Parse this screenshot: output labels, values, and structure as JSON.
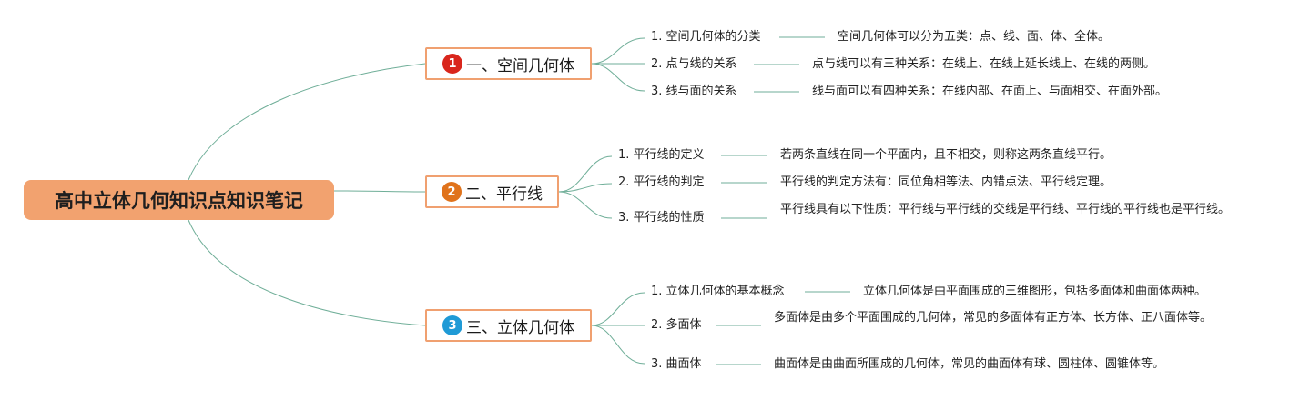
{
  "root": {
    "title": "高中立体几何知识点知识笔记"
  },
  "branches": [
    {
      "badge": "1",
      "title": "一、空间几何体",
      "topics": [
        {
          "label": "1. 空间几何体的分类",
          "desc": "空间几何体可以分为五类：点、线、面、体、全体。"
        },
        {
          "label": "2. 点与线的关系",
          "desc": "点与线可以有三种关系：在线上、在线上延长线上、在线的两侧。"
        },
        {
          "label": "3. 线与面的关系",
          "desc": "线与面可以有四种关系：在线内部、在面上、与面相交、在面外部。"
        }
      ]
    },
    {
      "badge": "2",
      "title": "二、平行线",
      "topics": [
        {
          "label": "1. 平行线的定义",
          "desc": "若两条直线在同一个平面内，且不相交，则称这两条直线平行。"
        },
        {
          "label": "2. 平行线的判定",
          "desc": "平行线的判定方法有：同位角相等法、内错点法、平行线定理。"
        },
        {
          "label": "3. 平行线的性质",
          "desc": "平行线具有以下性质：平行线与平行线的交线是平行线、平行线的平行线也是平行线。"
        }
      ]
    },
    {
      "badge": "3",
      "title": "三、立体几何体",
      "topics": [
        {
          "label": "1. 立体几何体的基本概念",
          "desc": "立体几何体是由平面围成的三维图形，包括多面体和曲面体两种。"
        },
        {
          "label": "2. 多面体",
          "desc": "多面体是由多个平面围成的几何体，常见的多面体有正方体、长方体、正八面体等。"
        },
        {
          "label": "3. 曲面体",
          "desc": "曲面体是由曲面所围成的几何体，常见的曲面体有球、圆柱体、圆锥体等。"
        }
      ]
    }
  ],
  "colors": {
    "root_fill": "#f2a26f",
    "branch_border": "#f0a070",
    "link": "#6fae98"
  }
}
